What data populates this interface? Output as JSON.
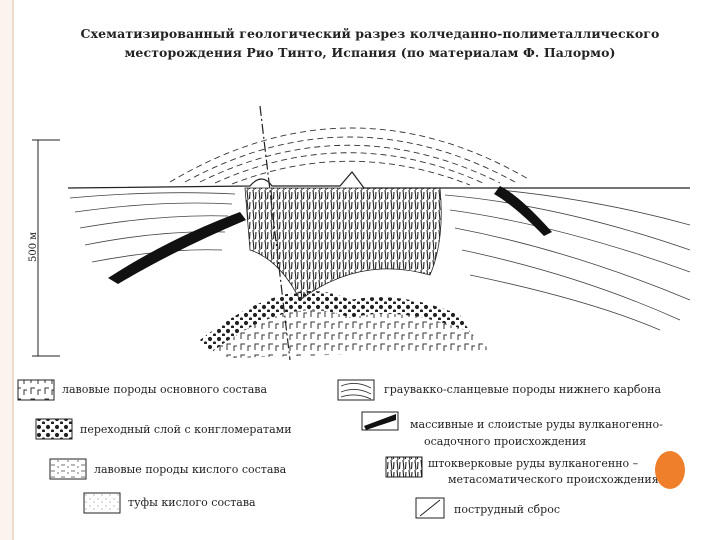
{
  "title": {
    "line1": "Схематизированный геологический разрез колчеданно-полиметаллического",
    "line2": "месторождения Рио Тинто, Испания (по материалам Ф. Палормо)"
  },
  "scale_label": "500 м",
  "legend": {
    "basic_lava": "лавовые породы основного состава",
    "conglomerate": "переходный слой с конгломератами",
    "acid_lava": "лавовые породы кислого состава",
    "acid_tuff": "туфы кислого состава",
    "greywacke": "граувакко-сланцевые породы нижнего карбона",
    "massive_ore_1": "массивные и слоистые руды вулканогенно-",
    "massive_ore_2": "осадочного происхождения",
    "stockwork_1": "штокверковые руды вулканогенно –",
    "stockwork_2": "метасоматического происхождения",
    "fault": "пострудный сброс"
  },
  "colors": {
    "accent_dot": "#f07f2c",
    "frame": "#f1d9cc",
    "ink": "#222222"
  }
}
